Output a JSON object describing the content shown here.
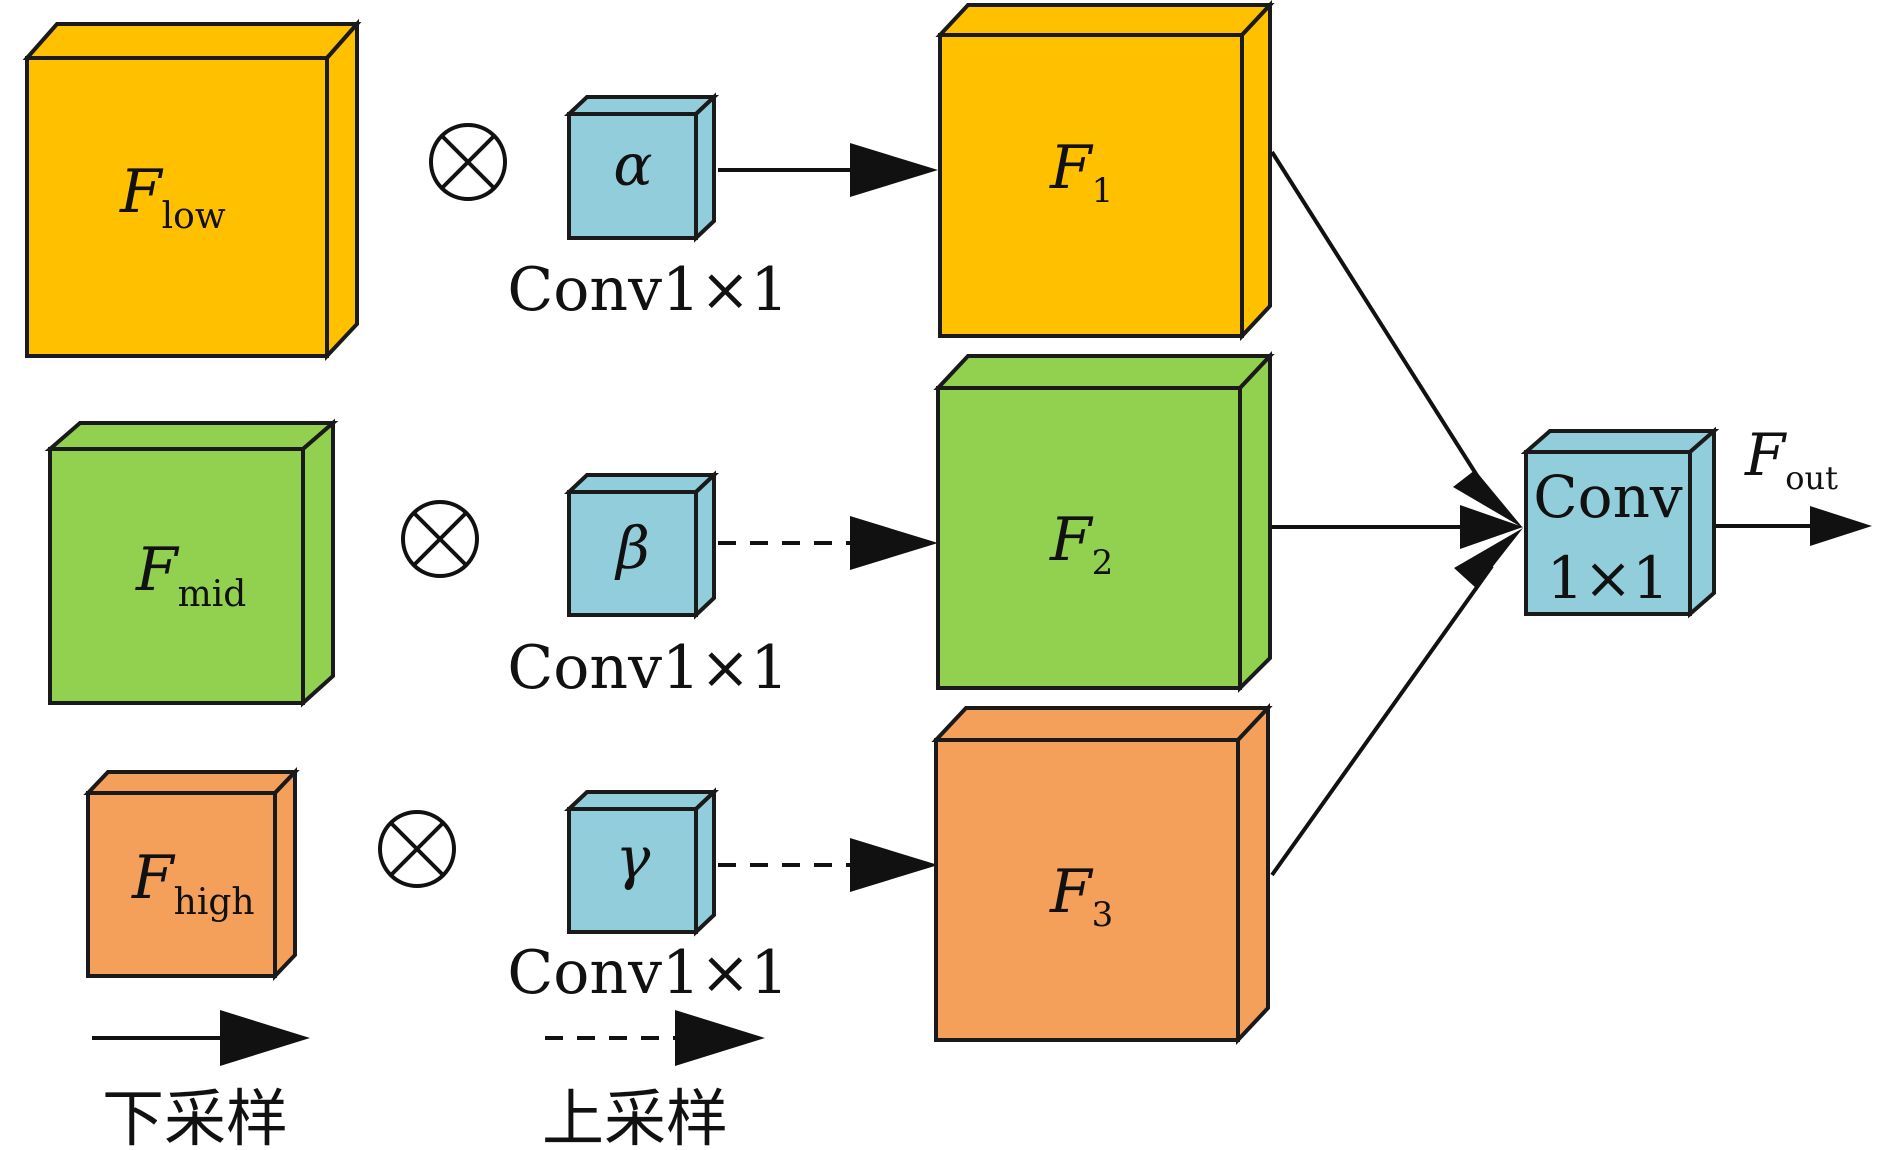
{
  "colors": {
    "low": "#FFC000",
    "mid": "#92D050",
    "high": "#F4A05A",
    "conv": "#92CDDC",
    "stroke": "#1a1a1a"
  },
  "inputs": [
    {
      "symbol": "F",
      "sub": "low",
      "color_key": "low"
    },
    {
      "symbol": "F",
      "sub": "mid",
      "color_key": "mid"
    },
    {
      "symbol": "F",
      "sub": "high",
      "color_key": "high"
    }
  ],
  "multiply_symbol": "⊗",
  "weights": [
    {
      "symbol": "α",
      "caption": "Conv1×1",
      "arrow": "solid"
    },
    {
      "symbol": "β",
      "caption": "Conv1×1",
      "arrow": "dashed"
    },
    {
      "symbol": "γ",
      "caption": "Conv1×1",
      "arrow": "dashed"
    }
  ],
  "features": [
    {
      "symbol": "F",
      "sub": "1"
    },
    {
      "symbol": "F",
      "sub": "2"
    },
    {
      "symbol": "F",
      "sub": "3"
    }
  ],
  "fusion": {
    "line1": "Conv",
    "line2": "1×1"
  },
  "output": {
    "symbol": "F",
    "sub": "out"
  },
  "legend": {
    "solid_label": "下采样",
    "dashed_label": "上采样"
  }
}
